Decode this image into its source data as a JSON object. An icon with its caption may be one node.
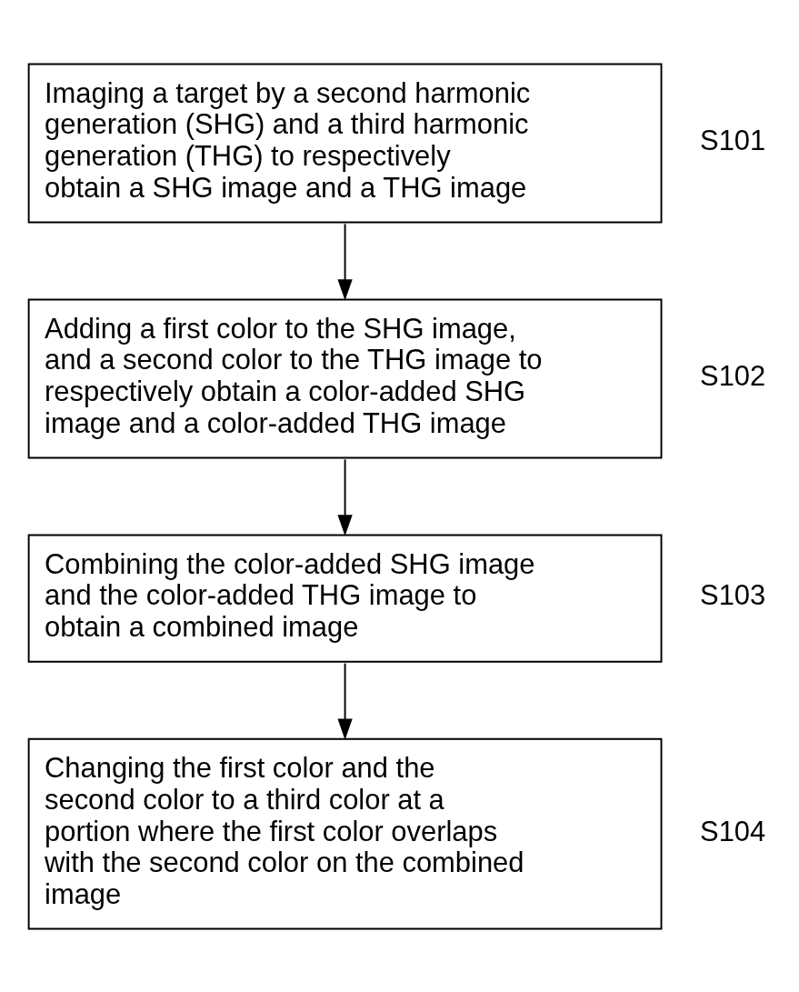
{
  "diagram": {
    "nodes": [
      {
        "text": [
          "Imaging a target by a second harmonic generation (SHG) and a third harmonic generation (THG) to respectively obtain a SHG image and a THG image"
        ],
        "beside": [
          "S101"
        ]
      },
      {
        "text": [
          "Adding a first color to the SHG image, and a second color to the THG image to respectively obtain a color-added SHG image and a color-added THG image"
        ],
        "beside": [
          "S102"
        ]
      },
      {
        "text": [
          "Combining the color-added SHG image and the color-added THG image to obtain a combined image"
        ],
        "beside": [
          "S103"
        ]
      },
      {
        "text": [
          "Changing the first color and the second color to a third color at a portion where the first color overlaps with the second color on the combined image"
        ],
        "beside": [
          "S104"
        ]
      }
    ],
    "edges": [
      {
        "from": 0,
        "to": 1,
        "arrow": "to"
      },
      {
        "from": 1,
        "to": 2,
        "arrow": "to"
      },
      {
        "from": 2,
        "to": 3,
        "arrow": "to"
      }
    ]
  }
}
